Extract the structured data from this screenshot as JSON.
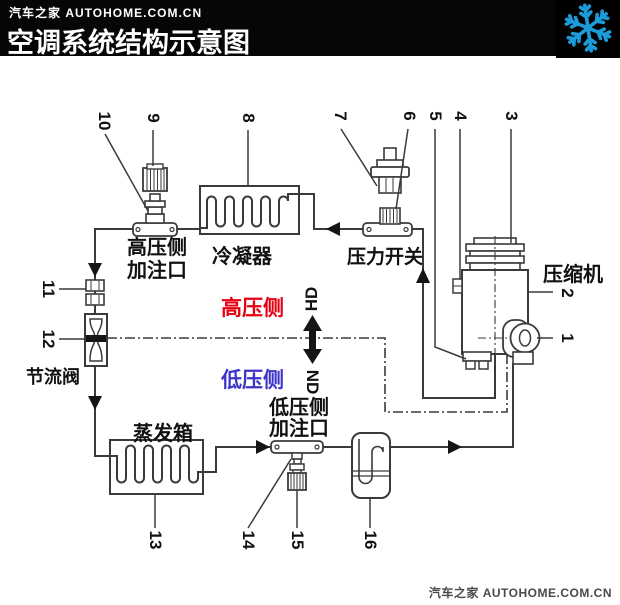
{
  "header": {
    "site_logo": "汽车之家 AUTOHOME.COM.CN",
    "title": "空调系统结构示意图",
    "snowflake_color": "#1b9cd8"
  },
  "watermark": "汽车之家 AUTOHOME.COM.CN",
  "diagram": {
    "zone_labels": {
      "high_side": "高压侧",
      "low_side": "低压侧",
      "hd": "HD",
      "nd": "ND",
      "high_color": "#e60012",
      "low_color": "#3c35c8"
    },
    "component_labels": {
      "high_fill_line1": "高压侧",
      "high_fill_line2": "加注口",
      "condenser": "冷凝器",
      "pressure_switch": "压力开关",
      "compressor": "压缩机",
      "throttle_valve": "节流阀",
      "evaporator": "蒸发箱",
      "low_fill_line1": "低压侧",
      "low_fill_line2": "加注口"
    },
    "callouts": {
      "c1": "1",
      "c2": "2",
      "c3": "3",
      "c4": "4",
      "c5": "5",
      "c6": "6",
      "c7": "7",
      "c8": "8",
      "c9": "9",
      "c10": "10",
      "c11": "11",
      "c12": "12",
      "c13": "13",
      "c14": "14",
      "c15": "15",
      "c16": "16"
    }
  }
}
